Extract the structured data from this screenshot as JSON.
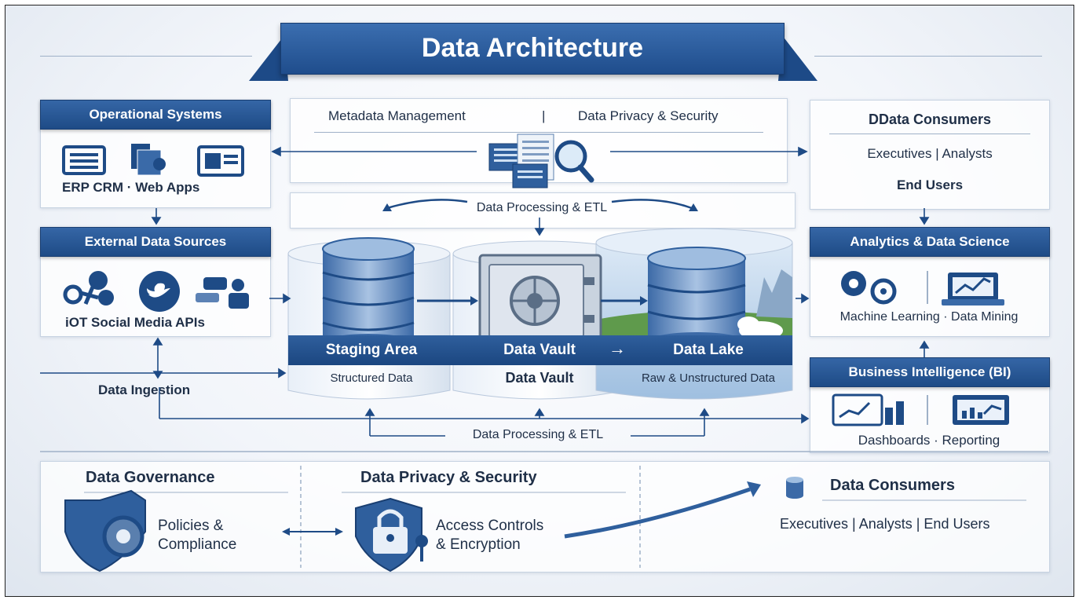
{
  "title": "Data Architecture",
  "top_middle": {
    "left_label": "Metadata Management",
    "divider": "|",
    "right_label": "Data Privacy & Security"
  },
  "operational_systems": {
    "header": "Operational Systems",
    "labels": "ERP   CRM · Web Apps"
  },
  "external_data_sources": {
    "header": "External Data Sources",
    "labels": "iOT   Social Media   APIs"
  },
  "data_ingestion": "Data Ingestion",
  "processing_top": "Data Processing & ETL",
  "processing_bottom": "Data Processing & ETL",
  "stores": {
    "staging": {
      "label": "Staging Area",
      "sub": "Structured Data"
    },
    "vault": {
      "label": "Data Vault",
      "sub": "Data Vault"
    },
    "lake": {
      "label": "Data Lake",
      "sub": "Raw & Unstructured Data"
    },
    "arrow": "→"
  },
  "consumers_top": {
    "header": "DData Consumers",
    "line1": "Executives | Analysts",
    "line2": "End Users"
  },
  "analytics": {
    "header": "Analytics & Data Science",
    "sub": "Machine Learning · Data Mining"
  },
  "bi": {
    "header": "Business Intelligence (BI)",
    "sub": "Dashboards  ·  Reporting"
  },
  "governance": {
    "title": "Data Governance",
    "text1": "Policies &",
    "text2": "Compliance"
  },
  "privacy": {
    "title": "Data Privacy & Security",
    "text1": "Access Controls",
    "text2": "& Encryption"
  },
  "consumers_bottom": {
    "title": "Data Consumers",
    "text": "Executives | Analysts | End Users"
  },
  "colors": {
    "primary": "#1f4d8c",
    "accent": "#3566a6",
    "text": "#1f2f47"
  }
}
